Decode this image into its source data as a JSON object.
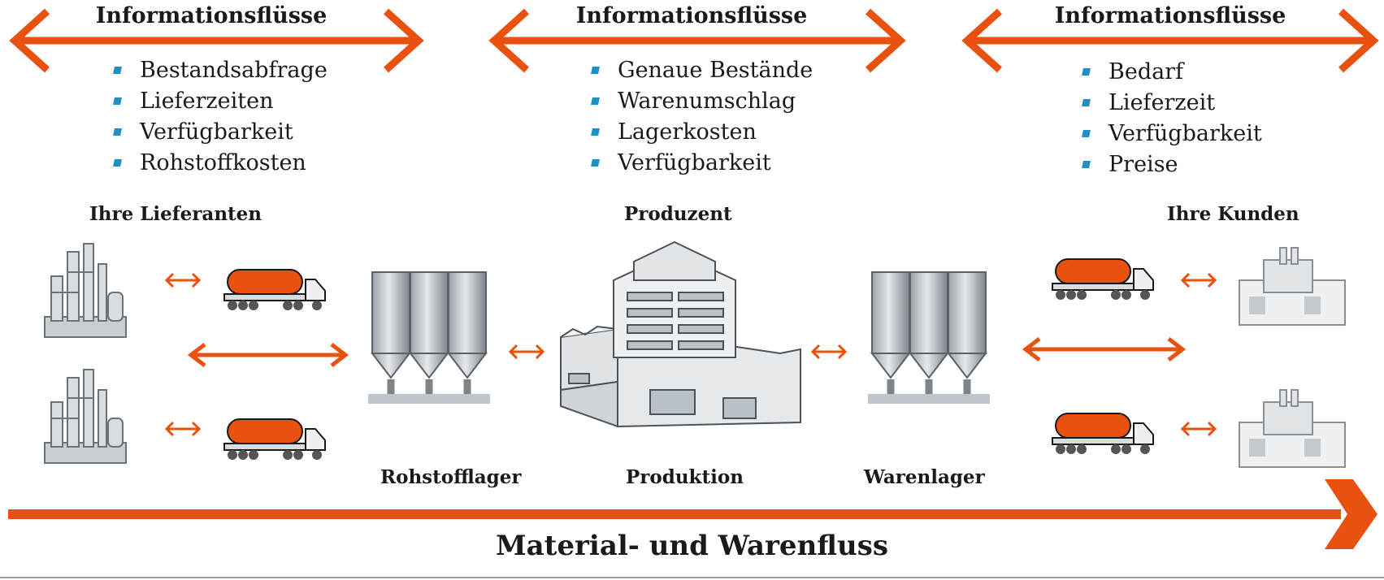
{
  "colors": {
    "accent": "#e8510f",
    "bullet": "#1f8fc4"
  },
  "info_blocks": [
    {
      "title": "Informationsflüsse",
      "items": [
        "Bestandsabfrage",
        "Lieferzeiten",
        "Verfügbarkeit",
        "Rohstoffkosten"
      ]
    },
    {
      "title": "Informationsflüsse",
      "items": [
        "Genaue Bestände",
        "Warenumschlag",
        "Lagerkosten",
        "Verfügbarkeit"
      ]
    },
    {
      "title": "Informationsflüsse",
      "items": [
        "Bedarf",
        "Lieferzeit",
        "Verfügbarkeit",
        "Preise"
      ]
    }
  ],
  "labels": {
    "suppliers": "Ihre Lieferanten",
    "producer": "Produzent",
    "customers": "Ihre Kunden",
    "raw_storage": "Rohstofflager",
    "production": "Produktion",
    "warehouse": "Warenlager"
  },
  "flow_title": "Material- und Warenfluss",
  "icons": [
    "refinery-icon",
    "tanker-truck-icon",
    "silo-icon",
    "factory-building-icon",
    "customer-factory-icon",
    "double-arrow-icon"
  ]
}
